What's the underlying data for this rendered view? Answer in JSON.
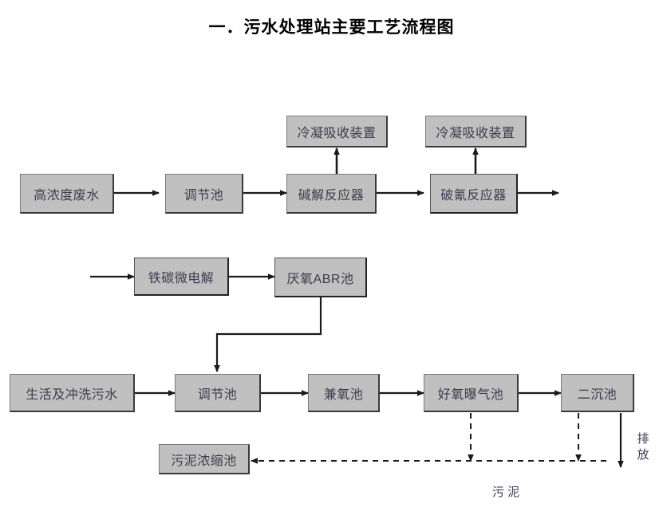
{
  "title": "一．污水处理站主要工艺流程图",
  "colors": {
    "node_fill": "#c0c0c0",
    "node_border": "#3a3a3a",
    "text": "#3b3b4d",
    "wire": "#1a1a1a",
    "background": "#ffffff"
  },
  "nodes": {
    "high_conc_wastewater": "高浓度废水",
    "equalization_tank_1": "调节池",
    "alkaline_hydrolysis_reactor": "碱解反应器",
    "cyanide_breaking_reactor": "破氰反应器",
    "condensing_absorber_1": "冷凝吸收装置",
    "condensing_absorber_2": "冷凝吸收装置",
    "iron_carbon_microelectrolysis": "铁碳微电解",
    "anaerobic_abr_tank": "厌氧ABR池",
    "domestic_flush_sewage": "生活及冲洗污水",
    "equalization_tank_2": "调节池",
    "facultative_tank": "兼氧池",
    "aerobic_aeration_tank": "好氧曝气池",
    "secondary_settling_tank": "二沉池",
    "sludge_thickening_tank": "污泥浓缩池"
  },
  "labels": {
    "sludge": "污 泥",
    "discharge": "排放"
  },
  "flow": {
    "main_line_1": [
      "高浓度废水",
      "调节池",
      "碱解反应器",
      "破氰反应器"
    ],
    "offgas_targets": [
      "冷凝吸收装置",
      "冷凝吸收装置"
    ],
    "main_line_2": [
      "铁碳微电解",
      "厌氧ABR池"
    ],
    "main_line_3": [
      "生活及冲洗污水",
      "调节池",
      "兼氧池",
      "好氧曝气池",
      "二沉池"
    ],
    "sludge_line": [
      "好氧曝气池",
      "二沉池",
      "污泥浓缩池"
    ]
  }
}
